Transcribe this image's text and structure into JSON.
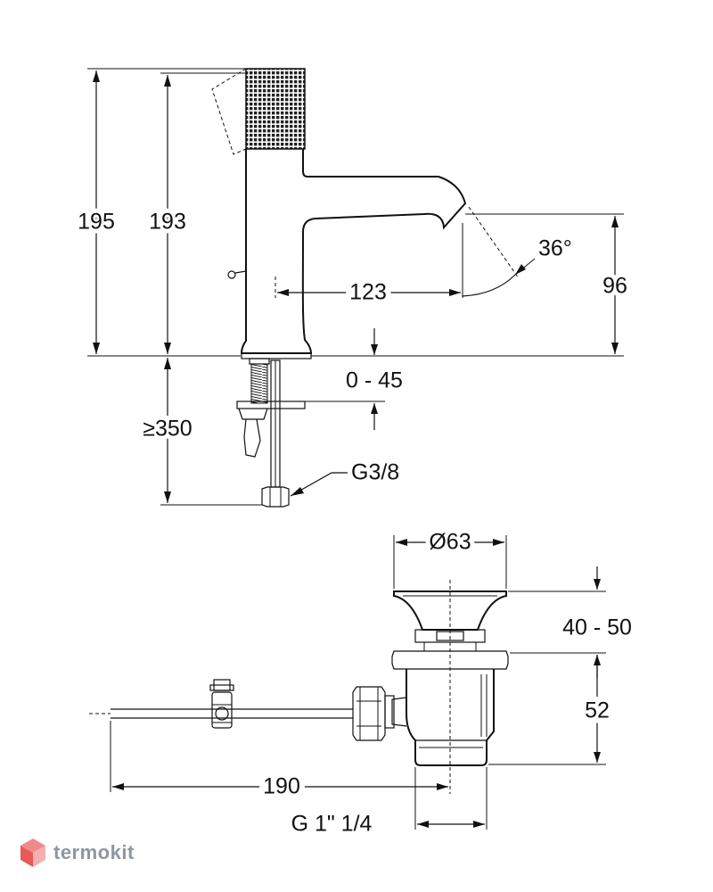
{
  "dimensions": {
    "total_height": "195",
    "body_height": "193",
    "spout_height": "96",
    "spout_reach": "123",
    "spout_angle": "36°",
    "deck_thickness": "0 - 45",
    "hose_length": "≥350",
    "supply_thread": "G3/8",
    "waste_diameter": "Ø63",
    "waste_plug_range": "40 - 50",
    "waste_body_height": "52",
    "waste_rod_length": "190",
    "waste_thread": "G 1\" 1/4"
  },
  "brand": {
    "name": "termokit",
    "color": "#8e96a0",
    "accent_color": "#e85a5a",
    "logo_icon": "cube-icon"
  }
}
